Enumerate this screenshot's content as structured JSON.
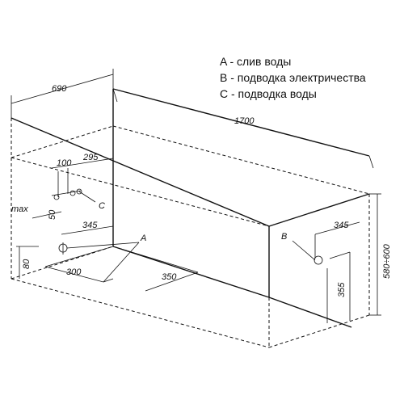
{
  "legend": {
    "a": "A - слив воды",
    "b": "B - подводка электричества",
    "c": "C - подводка воды"
  },
  "dimensions": {
    "width": "690",
    "length": "1700",
    "height": "580÷600",
    "c_offset_100": "100",
    "c_offset_295": "295",
    "max_label": "max",
    "c_height_50": "50",
    "c_offset_345": "345",
    "drain_height_80": "80",
    "drain_offset_300": "300",
    "drain_offset_350": "350",
    "b_offset_345": "345",
    "b_height_355": "355"
  },
  "markers": {
    "a": "A",
    "b": "B",
    "c": "C"
  }
}
